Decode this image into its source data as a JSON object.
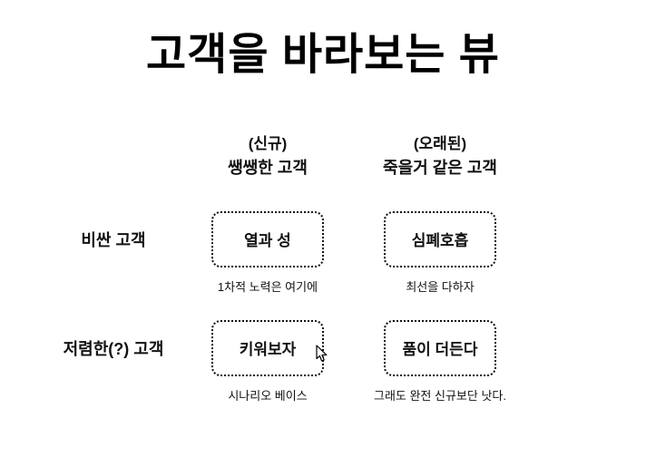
{
  "title": "고객을 바라보는 뷰",
  "columns": [
    {
      "tag": "(신규)",
      "label": "쌩쌩한 고객"
    },
    {
      "tag": "(오래된)",
      "label": "죽을거 같은 고객"
    }
  ],
  "rows": [
    {
      "label": "비싼 고객",
      "cells": [
        {
          "value": "열과 성",
          "caption": "1차적 노력은 여기에"
        },
        {
          "value": "심폐호흡",
          "caption": "최선을 다하자"
        }
      ]
    },
    {
      "label": "저렴한(?) 고객",
      "cells": [
        {
          "value": "키워보자",
          "caption": "시나리오 베이스"
        },
        {
          "value": "품이 더든다",
          "caption": "그래도 완전 신규보단 낫다."
        }
      ]
    }
  ],
  "colors": {
    "background": "#ffffff",
    "text": "#111111",
    "box_border": "#111111"
  }
}
